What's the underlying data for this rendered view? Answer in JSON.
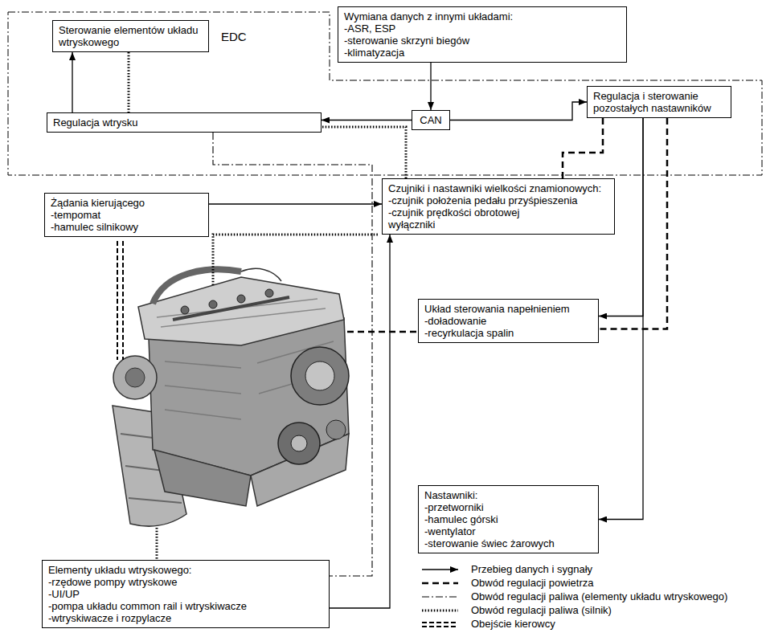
{
  "diagram": {
    "nodes": [
      {
        "text": [
          "EDC"
        ]
      },
      {
        "text": [
          "Sterowanie elementów układu wtryskowego"
        ],
        "in": 0
      },
      {
        "text": [
          "Wymiana danych z innymi układami:",
          "-ASR, ESP",
          "-sterowanie skrzyni biegów",
          "-klimatyzacja"
        ]
      },
      {
        "text": [
          "Regulacja wtrysku"
        ],
        "in": 0
      },
      {
        "text": [
          "CAN"
        ],
        "in": 0
      },
      {
        "text": [
          "Regulacja i sterowanie pozostałych nastawników"
        ],
        "in": 0
      },
      {
        "text": [
          "Żądania kierującego",
          "-tempomat",
          "-hamulec silnikowy"
        ]
      },
      {
        "text": [
          "Czujniki i nastawniki wielkości znamionowych:",
          "-czujnik położenia pedału przyśpieszenia",
          "-czujnik prędkości obrotowej",
          "wyłączniki"
        ]
      },
      {
        "text": [
          "Układ sterowania napełnieniem",
          "-doładowanie",
          "-recyrkulacja spalin"
        ]
      },
      {
        "text": [
          "Nastawniki:",
          "-przetworniki",
          "-hamulec górski",
          "-wentylator",
          "-sterowanie świec żarowych"
        ]
      },
      {
        "text": [
          "Elementy układu wtryskowego:",
          "-rzędowe pompy wtryskowe",
          "-UI/UP",
          "-pompa układu common rail i wtryskiwacze",
          "-wtryskiwacze i rozpylacze"
        ]
      }
    ],
    "edges": [
      {
        "from": 3,
        "to": 1,
        "arrow": "to"
      },
      {
        "from": 1,
        "to": 3,
        "arrow": "none"
      },
      {
        "from": 2,
        "to": 4,
        "arrow": "to"
      },
      {
        "from": 4,
        "to": 3,
        "arrow": "to"
      },
      {
        "from": 4,
        "to": 5,
        "arrow": "to"
      },
      {
        "from": 5,
        "to": 7,
        "arrow": "none"
      },
      {
        "from": 7,
        "to": 3,
        "arrow": "none"
      },
      {
        "from": 3,
        "to": 10,
        "arrow": "none"
      },
      {
        "from": 6,
        "to": 7,
        "arrow": "to"
      },
      {
        "from": 5,
        "to": 8,
        "arrow": "to"
      },
      {
        "from": 5,
        "to": 9,
        "arrow": "to"
      },
      {
        "from": 5,
        "to": 8,
        "arrow": "none"
      },
      {
        "from": 10,
        "to": 7,
        "arrow": "to"
      }
    ],
    "legend": [
      {
        "text": "Przebieg danych i sygnały"
      },
      {
        "text": "Obwód regulacji powietrza"
      },
      {
        "text": "Obwód regulacji paliwa (elementy układu wtryskowego)"
      },
      {
        "text": "Obwód regulacji paliwa (silnik)"
      },
      {
        "text": "Obejście kierowcy"
      }
    ]
  }
}
